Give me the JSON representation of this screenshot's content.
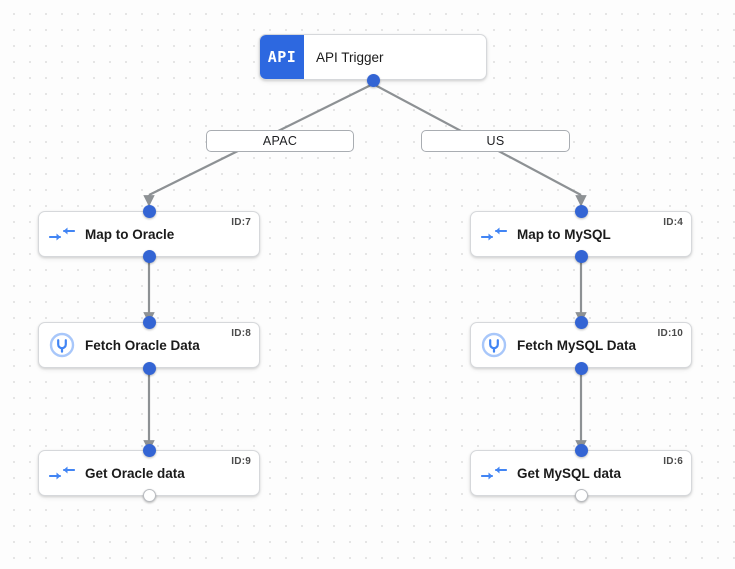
{
  "canvas": {
    "background_color": "#fdfdfd",
    "grid_dot_color": "#e3e3e3",
    "accent_color": "#3465d4",
    "edge_color": "#8d9194",
    "api_badge_color": "#2d68e0"
  },
  "trigger": {
    "badge_text": "API",
    "label": "API Trigger",
    "icon": "api-badge-icon"
  },
  "branches": [
    {
      "label": "APAC"
    },
    {
      "label": "US"
    }
  ],
  "nodes": [
    {
      "label": "Map to Oracle",
      "id_text": "ID:7",
      "icon": "map-arrows-icon",
      "column": "left"
    },
    {
      "label": "Fetch Oracle Data",
      "id_text": "ID:8",
      "icon": "database-plug-icon",
      "column": "left"
    },
    {
      "label": "Get Oracle data",
      "id_text": "ID:9",
      "icon": "map-arrows-icon",
      "column": "left"
    },
    {
      "label": "Map to MySQL",
      "id_text": "ID:4",
      "icon": "map-arrows-icon",
      "column": "right"
    },
    {
      "label": "Fetch MySQL Data",
      "id_text": "ID:10",
      "icon": "database-plug-icon",
      "column": "right"
    },
    {
      "label": "Get MySQL data",
      "id_text": "ID:6",
      "icon": "map-arrows-icon",
      "column": "right"
    }
  ]
}
